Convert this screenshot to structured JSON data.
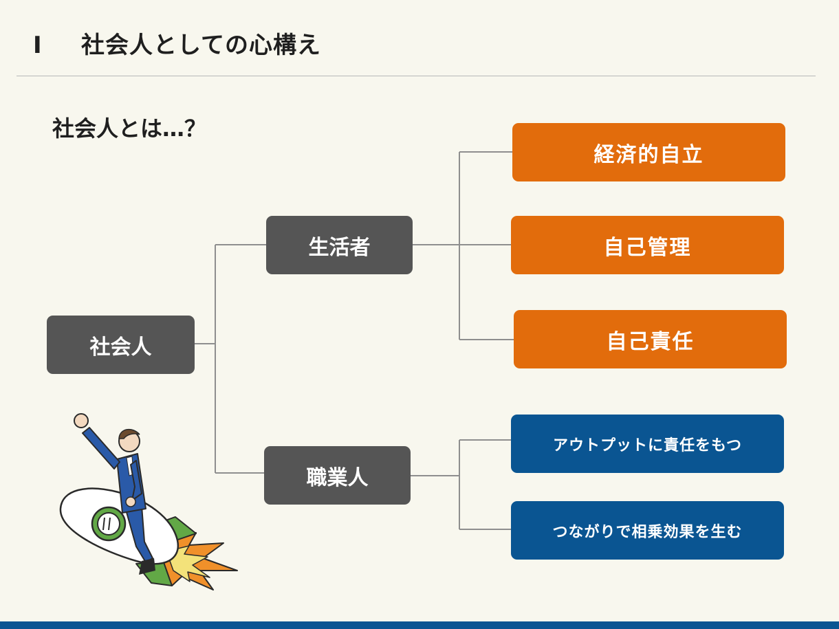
{
  "header": {
    "number": "I",
    "title": "社会人としての心構え"
  },
  "subtitle": "社会人とは…？",
  "tree": {
    "root": "社会人",
    "branches": [
      {
        "label": "生活者",
        "children": [
          "経済的自立",
          "自己管理",
          "自己責任"
        ]
      },
      {
        "label": "職業人",
        "children": [
          "アウトプットに責任をもつ",
          "つながりで相乗効果を生む"
        ]
      }
    ]
  },
  "colors": {
    "gray_node": "#555555",
    "orange_node": "#e26c0c",
    "blue_node": "#0a5592",
    "background": "#f8f7ee"
  },
  "illustration": "businessman-riding-rocket"
}
